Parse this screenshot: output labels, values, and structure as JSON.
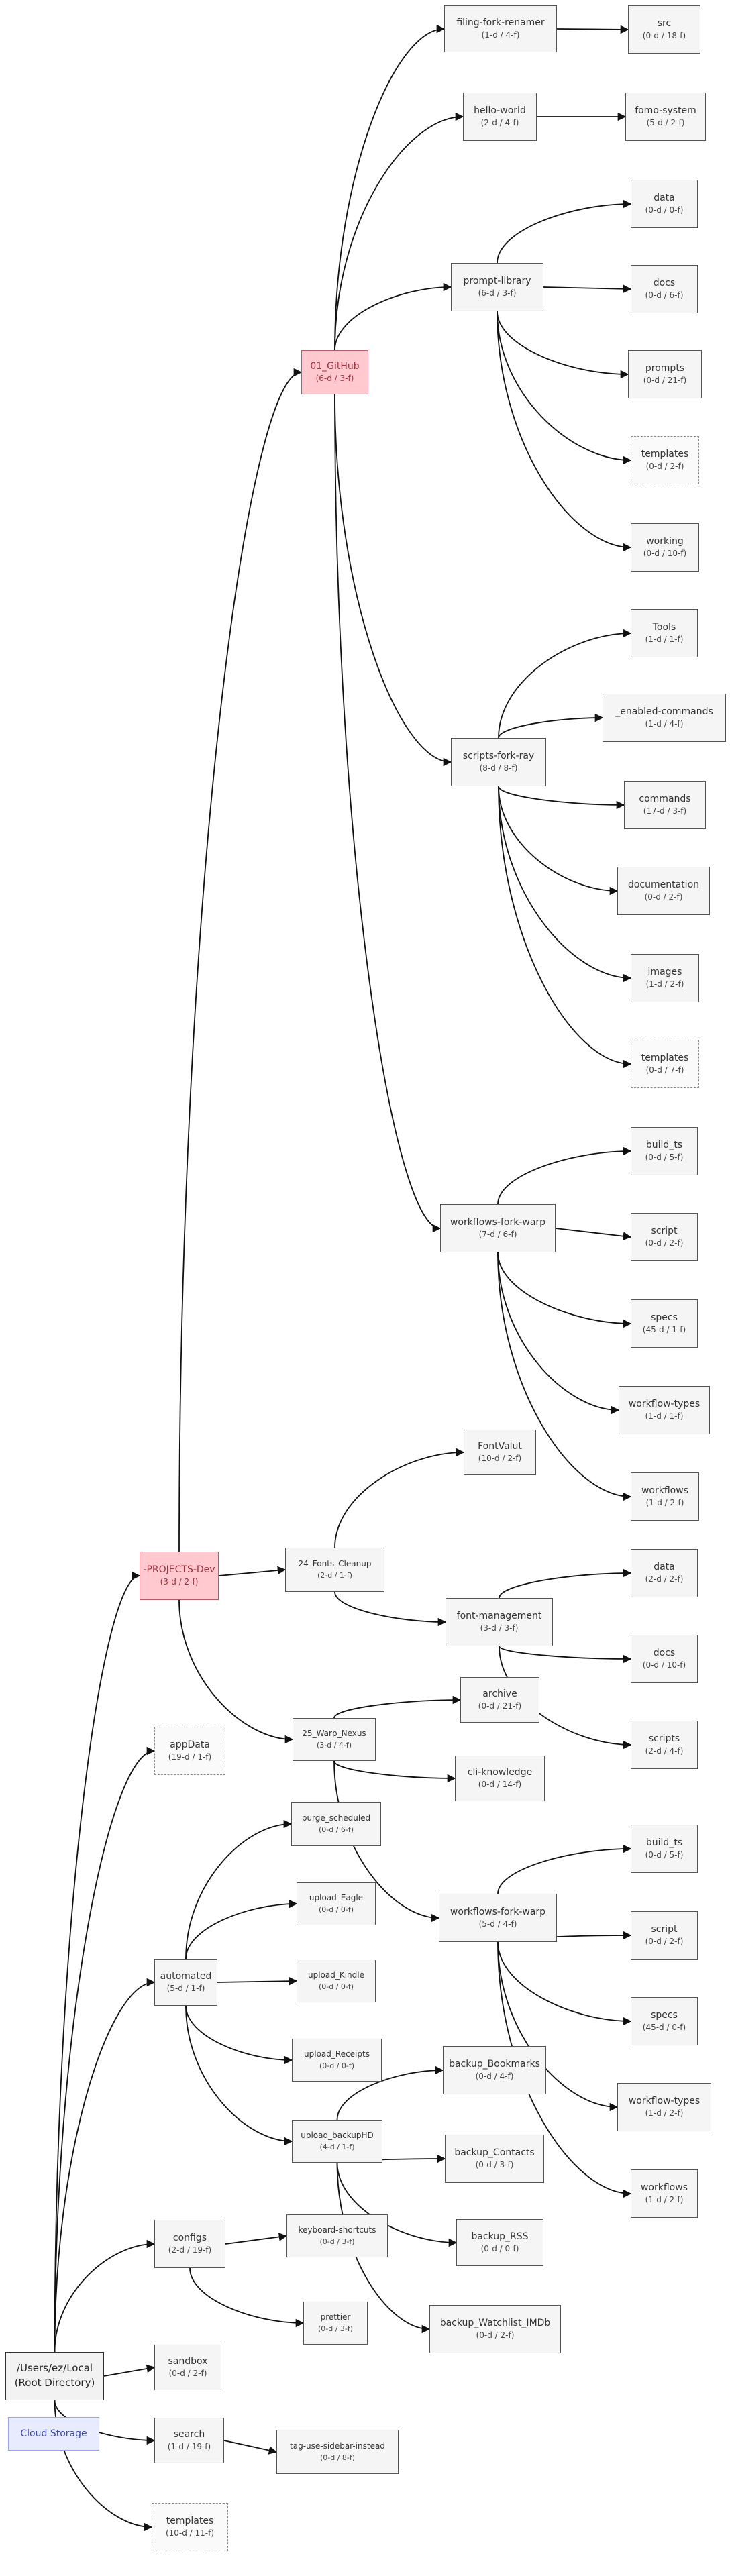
{
  "nodes": [
    {
      "id": "root",
      "name": "/Users/ez/Local",
      "stats": "(Root Directory)",
      "style": "root"
    },
    {
      "id": "cloud",
      "name": "Cloud Storage",
      "stats": "",
      "style": "blue"
    },
    {
      "id": "projects",
      "name": "-PROJECTS-Dev",
      "stats": "(3-d / 2-f)",
      "style": "pink"
    },
    {
      "id": "appdata",
      "name": "appData",
      "stats": "(19-d / 1-f)",
      "style": "dashed"
    },
    {
      "id": "automated",
      "name": "automated",
      "stats": "(5-d / 1-f)",
      "style": "normal"
    },
    {
      "id": "configs",
      "name": "configs",
      "stats": "(2-d / 19-f)",
      "style": "normal"
    },
    {
      "id": "sandbox",
      "name": "sandbox",
      "stats": "(0-d / 2-f)",
      "style": "normal"
    },
    {
      "id": "search",
      "name": "search",
      "stats": "(1-d / 19-f)",
      "style": "normal"
    },
    {
      "id": "templates_root",
      "name": "templates",
      "stats": "(10-d / 11-f)",
      "style": "dashed"
    },
    {
      "id": "github",
      "name": "01_GitHub",
      "stats": "(6-d / 3-f)",
      "style": "pink"
    },
    {
      "id": "fonts_cleanup",
      "name": "24_Fonts_Cleanup",
      "stats": "(2-d / 1-f)",
      "style": "small"
    },
    {
      "id": "warp_nexus",
      "name": "25_Warp_Nexus",
      "stats": "(3-d / 4-f)",
      "style": "small"
    },
    {
      "id": "filing",
      "name": "filing-fork-renamer",
      "stats": "(1-d / 4-f)",
      "style": "normal"
    },
    {
      "id": "hello",
      "name": "hello-world",
      "stats": "(2-d / 4-f)",
      "style": "normal"
    },
    {
      "id": "prompt_lib",
      "name": "prompt-library",
      "stats": "(6-d / 3-f)",
      "style": "normal"
    },
    {
      "id": "scripts_ray",
      "name": "scripts-fork-ray",
      "stats": "(8-d / 8-f)",
      "style": "normal"
    },
    {
      "id": "workflows_warp_a",
      "name": "workflows-fork-warp",
      "stats": "(7-d / 6-f)",
      "style": "normal"
    },
    {
      "id": "src",
      "name": "src",
      "stats": "(0-d / 18-f)",
      "style": "normal"
    },
    {
      "id": "fomo",
      "name": "fomo-system",
      "stats": "(5-d / 2-f)",
      "style": "normal"
    },
    {
      "id": "pl_data",
      "name": "data",
      "stats": "(0-d / 0-f)",
      "style": "normal"
    },
    {
      "id": "pl_docs",
      "name": "docs",
      "stats": "(0-d / 6-f)",
      "style": "normal"
    },
    {
      "id": "pl_prompts",
      "name": "prompts",
      "stats": "(0-d / 21-f)",
      "style": "normal"
    },
    {
      "id": "pl_templates",
      "name": "templates",
      "stats": "(0-d / 2-f)",
      "style": "dashed"
    },
    {
      "id": "pl_working",
      "name": "working",
      "stats": "(0-d / 10-f)",
      "style": "normal"
    },
    {
      "id": "sr_tools",
      "name": "Tools",
      "stats": "(1-d / 1-f)",
      "style": "normal"
    },
    {
      "id": "sr_enabled",
      "name": "_enabled-commands",
      "stats": "(1-d / 4-f)",
      "style": "normal"
    },
    {
      "id": "sr_commands",
      "name": "commands",
      "stats": "(17-d / 3-f)",
      "style": "normal"
    },
    {
      "id": "sr_docs",
      "name": "documentation",
      "stats": "(0-d / 2-f)",
      "style": "normal"
    },
    {
      "id": "sr_images",
      "name": "images",
      "stats": "(1-d / 2-f)",
      "style": "normal"
    },
    {
      "id": "sr_templates",
      "name": "templates",
      "stats": "(0-d / 7-f)",
      "style": "dashed"
    },
    {
      "id": "wa_build",
      "name": "build_ts",
      "stats": "(0-d / 5-f)",
      "style": "normal"
    },
    {
      "id": "wa_script",
      "name": "script",
      "stats": "(0-d / 2-f)",
      "style": "normal"
    },
    {
      "id": "wa_specs",
      "name": "specs",
      "stats": "(45-d / 1-f)",
      "style": "normal"
    },
    {
      "id": "wa_types",
      "name": "workflow-types",
      "stats": "(1-d / 1-f)",
      "style": "normal"
    },
    {
      "id": "wa_workflows",
      "name": "workflows",
      "stats": "(1-d / 2-f)",
      "style": "normal"
    },
    {
      "id": "fontvalut",
      "name": "FontValut",
      "stats": "(10-d / 2-f)",
      "style": "normal"
    },
    {
      "id": "font_mgmt",
      "name": "font-management",
      "stats": "(3-d / 3-f)",
      "style": "normal"
    },
    {
      "id": "fm_data",
      "name": "data",
      "stats": "(2-d / 2-f)",
      "style": "normal"
    },
    {
      "id": "fm_docs",
      "name": "docs",
      "stats": "(0-d / 10-f)",
      "style": "normal"
    },
    {
      "id": "fm_scripts",
      "name": "scripts",
      "stats": "(2-d / 4-f)",
      "style": "normal"
    },
    {
      "id": "archive",
      "name": "archive",
      "stats": "(0-d / 21-f)",
      "style": "normal"
    },
    {
      "id": "cli_knowledge",
      "name": "cli-knowledge",
      "stats": "(0-d / 14-f)",
      "style": "normal"
    },
    {
      "id": "workflows_warp_b",
      "name": "workflows-fork-warp",
      "stats": "(5-d / 4-f)",
      "style": "normal"
    },
    {
      "id": "wb_build",
      "name": "build_ts",
      "stats": "(0-d / 5-f)",
      "style": "normal"
    },
    {
      "id": "wb_script",
      "name": "script",
      "stats": "(0-d / 2-f)",
      "style": "normal"
    },
    {
      "id": "wb_specs",
      "name": "specs",
      "stats": "(45-d / 0-f)",
      "style": "normal"
    },
    {
      "id": "wb_types",
      "name": "workflow-types",
      "stats": "(1-d / 2-f)",
      "style": "normal"
    },
    {
      "id": "wb_workflows",
      "name": "workflows",
      "stats": "(1-d / 2-f)",
      "style": "normal"
    },
    {
      "id": "purge",
      "name": "purge_scheduled",
      "stats": "(0-d / 6-f)",
      "style": "small"
    },
    {
      "id": "up_eagle",
      "name": "upload_Eagle",
      "stats": "(0-d / 0-f)",
      "style": "small"
    },
    {
      "id": "up_kindle",
      "name": "upload_Kindle",
      "stats": "(0-d / 0-f)",
      "style": "small"
    },
    {
      "id": "up_receipts",
      "name": "upload_Receipts",
      "stats": "(0-d / 0-f)",
      "style": "small"
    },
    {
      "id": "up_backup",
      "name": "upload_backupHD",
      "stats": "(4-d / 1-f)",
      "style": "small"
    },
    {
      "id": "bk_bookmarks",
      "name": "backup_Bookmarks",
      "stats": "(0-d / 4-f)",
      "style": "normal"
    },
    {
      "id": "bk_contacts",
      "name": "backup_Contacts",
      "stats": "(0-d / 3-f)",
      "style": "normal"
    },
    {
      "id": "bk_rss",
      "name": "backup_RSS",
      "stats": "(0-d / 0-f)",
      "style": "normal"
    },
    {
      "id": "bk_watchlist",
      "name": "backup_Watchlist_IMDb",
      "stats": "(0-d / 2-f)",
      "style": "normal"
    },
    {
      "id": "kb_shortcuts",
      "name": "keyboard-shortcuts",
      "stats": "(0-d / 3-f)",
      "style": "small"
    },
    {
      "id": "prettier",
      "name": "prettier",
      "stats": "(0-d / 3-f)",
      "style": "small"
    },
    {
      "id": "tag_sidebar",
      "name": "tag-use-sidebar-instead",
      "stats": "(0-d / 8-f)",
      "style": "small"
    }
  ],
  "edges": [
    [
      "root",
      "projects"
    ],
    [
      "root",
      "appdata"
    ],
    [
      "root",
      "automated"
    ],
    [
      "root",
      "configs"
    ],
    [
      "root",
      "sandbox"
    ],
    [
      "root",
      "search"
    ],
    [
      "root",
      "templates_root"
    ],
    [
      "projects",
      "github"
    ],
    [
      "projects",
      "fonts_cleanup"
    ],
    [
      "projects",
      "warp_nexus"
    ],
    [
      "github",
      "filing"
    ],
    [
      "github",
      "hello"
    ],
    [
      "github",
      "prompt_lib"
    ],
    [
      "github",
      "scripts_ray"
    ],
    [
      "github",
      "workflows_warp_a"
    ],
    [
      "filing",
      "src"
    ],
    [
      "hello",
      "fomo"
    ],
    [
      "prompt_lib",
      "pl_data"
    ],
    [
      "prompt_lib",
      "pl_docs"
    ],
    [
      "prompt_lib",
      "pl_prompts"
    ],
    [
      "prompt_lib",
      "pl_templates"
    ],
    [
      "prompt_lib",
      "pl_working"
    ],
    [
      "scripts_ray",
      "sr_tools"
    ],
    [
      "scripts_ray",
      "sr_enabled"
    ],
    [
      "scripts_ray",
      "sr_commands"
    ],
    [
      "scripts_ray",
      "sr_docs"
    ],
    [
      "scripts_ray",
      "sr_images"
    ],
    [
      "scripts_ray",
      "sr_templates"
    ],
    [
      "workflows_warp_a",
      "wa_build"
    ],
    [
      "workflows_warp_a",
      "wa_script"
    ],
    [
      "workflows_warp_a",
      "wa_specs"
    ],
    [
      "workflows_warp_a",
      "wa_types"
    ],
    [
      "workflows_warp_a",
      "wa_workflows"
    ],
    [
      "fonts_cleanup",
      "fontvalut"
    ],
    [
      "fonts_cleanup",
      "font_mgmt"
    ],
    [
      "font_mgmt",
      "fm_data"
    ],
    [
      "font_mgmt",
      "fm_docs"
    ],
    [
      "font_mgmt",
      "fm_scripts"
    ],
    [
      "warp_nexus",
      "archive"
    ],
    [
      "warp_nexus",
      "cli_knowledge"
    ],
    [
      "warp_nexus",
      "workflows_warp_b"
    ],
    [
      "workflows_warp_b",
      "wb_build"
    ],
    [
      "workflows_warp_b",
      "wb_script"
    ],
    [
      "workflows_warp_b",
      "wb_specs"
    ],
    [
      "workflows_warp_b",
      "wb_types"
    ],
    [
      "workflows_warp_b",
      "wb_workflows"
    ],
    [
      "automated",
      "purge"
    ],
    [
      "automated",
      "up_eagle"
    ],
    [
      "automated",
      "up_kindle"
    ],
    [
      "automated",
      "up_receipts"
    ],
    [
      "automated",
      "up_backup"
    ],
    [
      "up_backup",
      "bk_bookmarks"
    ],
    [
      "up_backup",
      "bk_contacts"
    ],
    [
      "up_backup",
      "bk_rss"
    ],
    [
      "up_backup",
      "bk_watchlist"
    ],
    [
      "configs",
      "kb_shortcuts"
    ],
    [
      "configs",
      "prettier"
    ],
    [
      "search",
      "tag_sidebar"
    ]
  ]
}
